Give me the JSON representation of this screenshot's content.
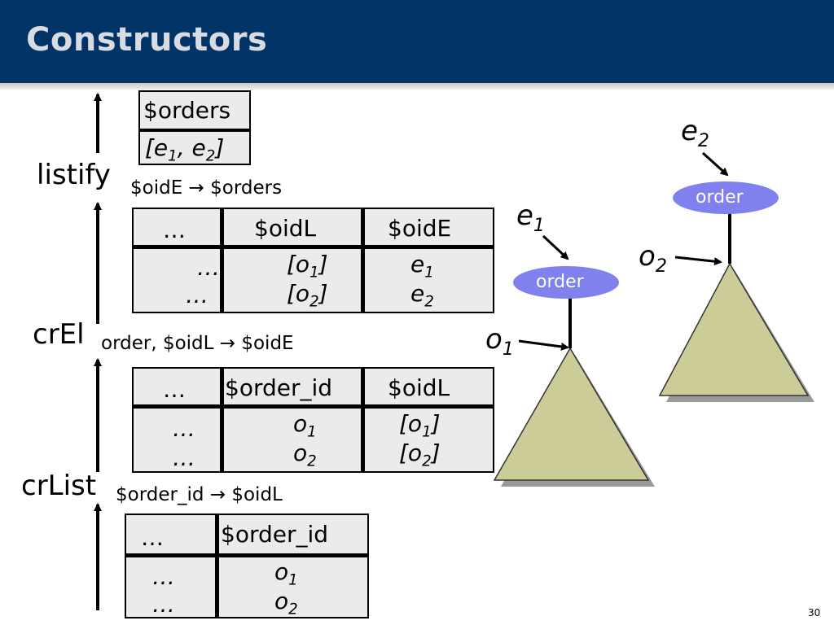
{
  "slide": {
    "title": "Constructors",
    "page_number": "30"
  },
  "steps": {
    "listify": {
      "label": "listify",
      "mapping": "$oidE → $orders"
    },
    "crEl": {
      "label": "crEl",
      "mapping": "order, $oidL → $oidE"
    },
    "crList": {
      "label": "crList",
      "mapping": "$order_id → $oidL"
    }
  },
  "tables": {
    "orders": {
      "header": "$orders",
      "row": {
        "value": "[e",
        "sub1": "1",
        "mid": ", e",
        "sub2": "2",
        "end": "]"
      }
    },
    "oidL_oidE": {
      "headers": [
        "…",
        "$oidL",
        "$oidE"
      ],
      "rows": [
        {
          "c0": "…",
          "c1_pre": "[o",
          "c1_sub": "1",
          "c1_post": "]",
          "c2_pre": "e",
          "c2_sub": "1"
        },
        {
          "c0": "…",
          "c1_pre": "[o",
          "c1_sub": "2",
          "c1_post": "]",
          "c2_pre": "e",
          "c2_sub": "2"
        }
      ]
    },
    "orderid_oidL": {
      "headers": [
        "…",
        "$order_id",
        "$oidL"
      ],
      "rows": [
        {
          "c0": "…",
          "c1_pre": "o",
          "c1_sub": "1",
          "c2_pre": "[o",
          "c2_sub": "1",
          "c2_post": "]"
        },
        {
          "c0": "…",
          "c1_pre": "o",
          "c1_sub": "2",
          "c2_pre": "[o",
          "c2_sub": "2",
          "c2_post": "]"
        }
      ]
    },
    "orderid": {
      "headers": [
        "…",
        "$order_id"
      ],
      "rows": [
        {
          "c0": "…",
          "c1_pre": "o",
          "c1_sub": "1"
        },
        {
          "c0": "…",
          "c1_pre": "o",
          "c1_sub": "2"
        }
      ]
    }
  },
  "trees": {
    "tree1": {
      "node": "order",
      "element_pre": "e",
      "element_sub": "1",
      "oid_pre": "o",
      "oid_sub": "1"
    },
    "tree2": {
      "node": "order",
      "element_pre": "e",
      "element_sub": "2",
      "oid_pre": "o",
      "oid_sub": "2"
    }
  },
  "colors": {
    "header_bg": "#003366",
    "title_text": "#d8dbe2",
    "node_fill": "#8080ee",
    "triangle_fill": "#cccc99",
    "table_bg": "#ebebeb"
  }
}
